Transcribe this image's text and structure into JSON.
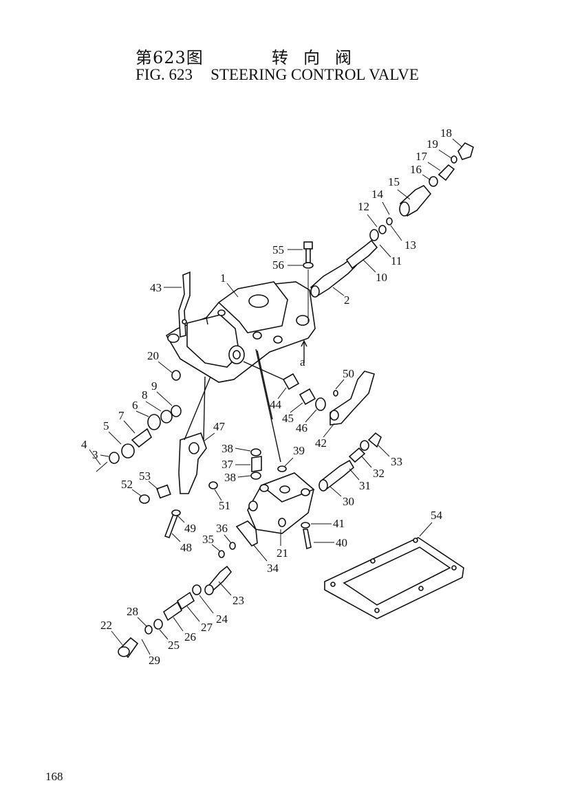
{
  "title": {
    "chinese_fig": "第623图",
    "chinese_name": "转向阀",
    "english_fig": "FIG. 623",
    "english_name": "STEERING CONTROL VALVE"
  },
  "section_marker": "a",
  "page_number": "168",
  "callouts": [
    "1",
    "2",
    "3",
    "4",
    "5",
    "6",
    "7",
    "8",
    "9",
    "10",
    "11",
    "12",
    "13",
    "14",
    "15",
    "16",
    "17",
    "18",
    "19",
    "20",
    "21",
    "22",
    "23",
    "24",
    "25",
    "26",
    "27",
    "28",
    "29",
    "30",
    "31",
    "32",
    "33",
    "34",
    "35",
    "36",
    "37",
    "38",
    "38",
    "39",
    "40",
    "41",
    "42",
    "43",
    "44",
    "45",
    "46",
    "47",
    "48",
    "49",
    "50",
    "51",
    "52",
    "53",
    "54",
    "55",
    "56"
  ]
}
